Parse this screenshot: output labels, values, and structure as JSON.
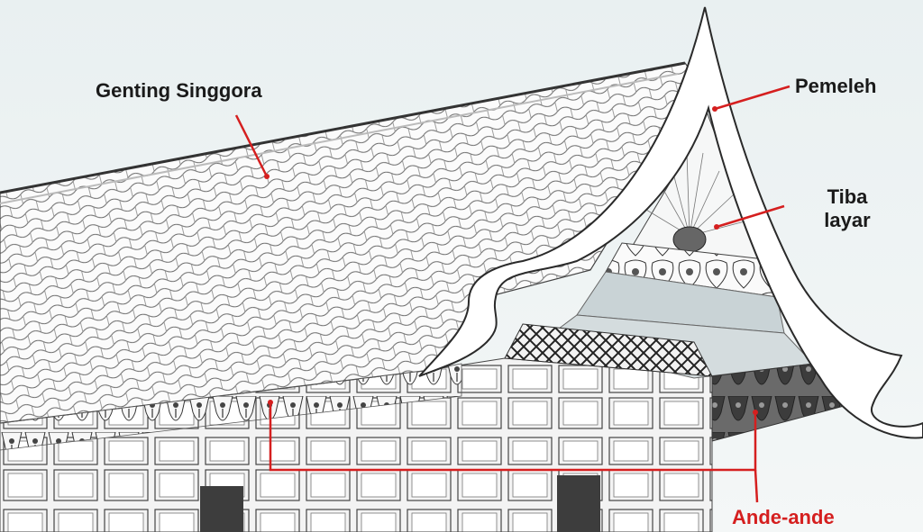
{
  "labels": {
    "genting_singgora": "Genting Singgora",
    "pemeleh": "Pemeleh",
    "tiba_layar_line1": "Tiba",
    "tiba_layar_line2": "layar",
    "ande_ande": "Ande-ande"
  },
  "colors": {
    "leader_line": "#d51f1f",
    "ande_ande_text": "#d51f1f",
    "label_text": "#1a1a1a",
    "sky": "#e8eff0",
    "roof_tile_stroke": "#555555",
    "pediment_fill": "#c9d3d6"
  }
}
